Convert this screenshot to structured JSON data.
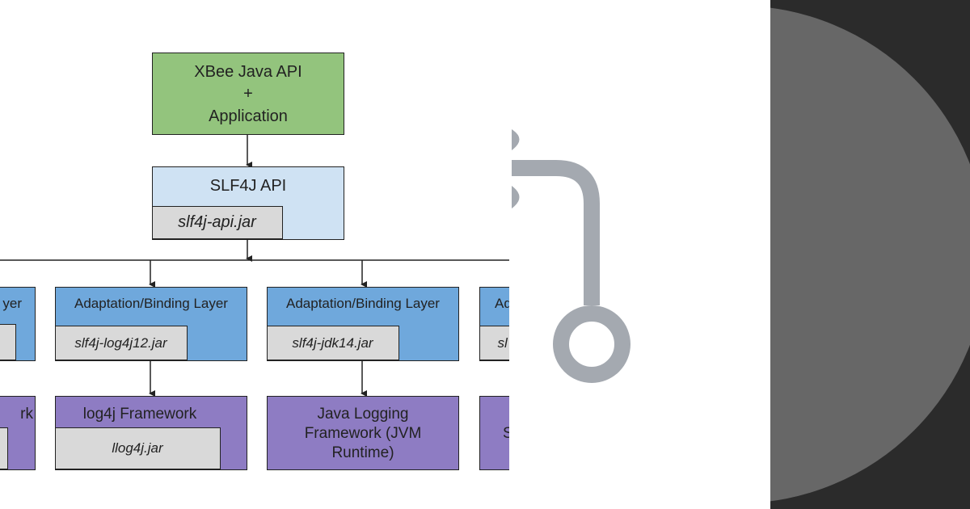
{
  "top": {
    "line1": "XBee Java API",
    "line2": "+",
    "line3": "Application"
  },
  "slf4j": {
    "title": "SLF4J API",
    "jar": "slf4j-api.jar"
  },
  "bindings": [
    {
      "title": "yer",
      "jar": ""
    },
    {
      "title": "Adaptation/Binding Layer",
      "jar": "slf4j-log4j12.jar"
    },
    {
      "title": "Adaptation/Binding Layer",
      "jar": "slf4j-jdk14.jar"
    },
    {
      "title": "Ad",
      "jar": "sl"
    }
  ],
  "frameworks": [
    {
      "title": "rk",
      "jar": ""
    },
    {
      "title": "log4j Framework",
      "jar": "llog4j.jar"
    },
    {
      "title": "Java Logging\nFramework (JVM\nRuntime)",
      "jar": ""
    },
    {
      "title": "S",
      "jar": ""
    }
  ],
  "colors": {
    "green": "#93c47d",
    "light_blue": "#cfe2f3",
    "blue": "#6fa8dc",
    "purple": "#8e7cc3",
    "jar_gray": "#d9d9d9",
    "icon_gray": "#a4a9b0",
    "panel_dark": "#2b2b2b",
    "panel_circle": "#676767"
  },
  "icons": {
    "branch": "git-branch-icon"
  }
}
